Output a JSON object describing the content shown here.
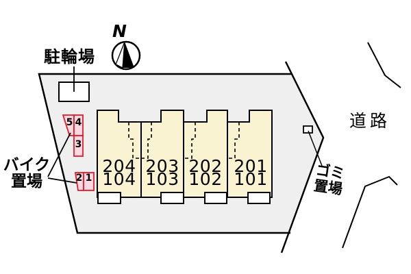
{
  "plan_title": "apartment-site-plan",
  "colors": {
    "site_fill": "#efefef",
    "building_fill": "#faf3d2",
    "outline_black": "#000000",
    "spot_border_red": "#e8192c",
    "spot_fill_pink": "#fbd9e0",
    "box_white": "#ffffff"
  },
  "compass": {
    "label": "N"
  },
  "bicycle_parking": {
    "label": "駐輪場"
  },
  "bike_parking": {
    "label_line1": "バイク",
    "label_line2": "置場",
    "spots": [
      "5",
      "4",
      "3",
      "2",
      "1"
    ]
  },
  "garbage_area": {
    "label_line1": "ゴミ",
    "label_line2": "置場"
  },
  "road": {
    "label": "道路"
  },
  "building": {
    "units": [
      {
        "upper": "204",
        "lower": "104"
      },
      {
        "upper": "203",
        "lower": "103"
      },
      {
        "upper": "202",
        "lower": "102"
      },
      {
        "upper": "201",
        "lower": "101"
      }
    ]
  }
}
